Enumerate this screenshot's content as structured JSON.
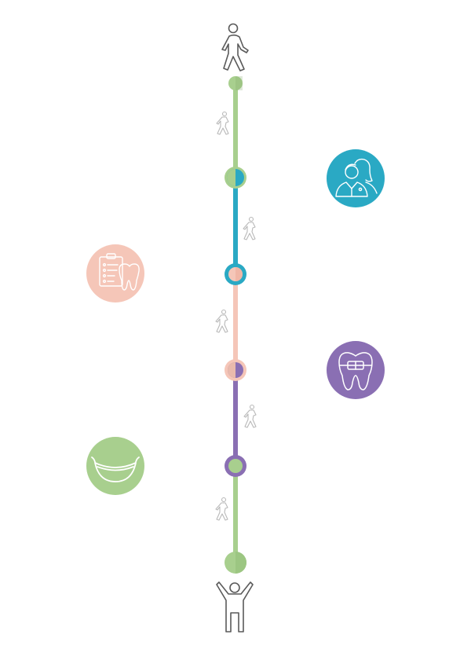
{
  "colors": {
    "green": "#a8cf8e",
    "teal": "#2aa9c4",
    "peach": "#f5c6b8",
    "purple": "#8a6fb3",
    "figure": "#5a5a5a",
    "walker_small": "#b9b9b9",
    "icon_line": "#ffffff"
  },
  "icons": {
    "start": "walking-person-icon",
    "end": "celebrating-person-icon",
    "step_walker": "small-walking-person-icon"
  },
  "stages": [
    {
      "icon": "dentist-consultation-icon",
      "color": "teal",
      "side": "right"
    },
    {
      "icon": "dental-checklist-icon",
      "color": "peach",
      "side": "left"
    },
    {
      "icon": "tooth-braces-icon",
      "color": "purple",
      "side": "right"
    },
    {
      "icon": "smile-icon",
      "color": "green",
      "side": "left"
    }
  ],
  "segments": [
    "green",
    "teal",
    "peach",
    "purple",
    "green"
  ]
}
